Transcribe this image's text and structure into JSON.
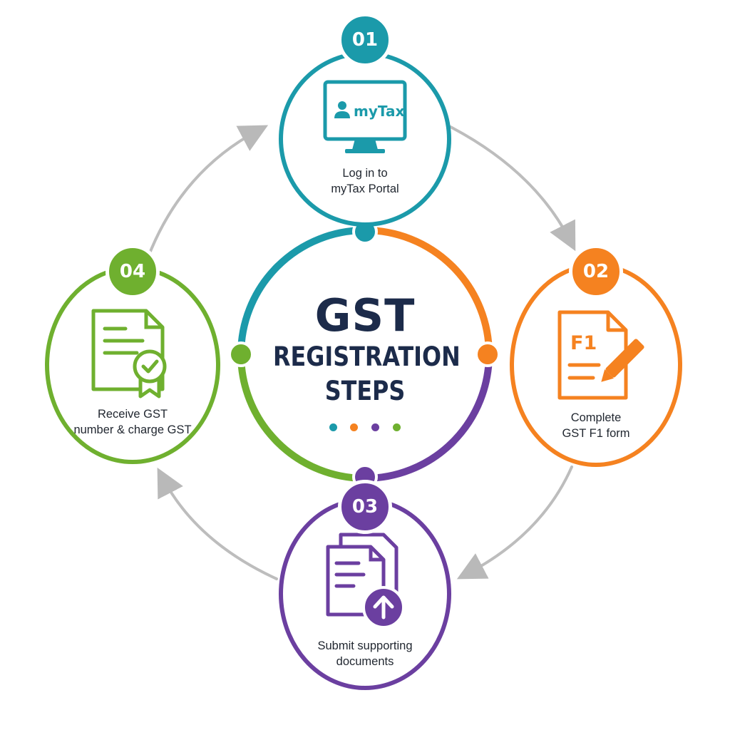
{
  "title": {
    "line1": "GST",
    "line2": "REGISTRATION",
    "line3": "STEPS"
  },
  "colors": {
    "teal": "#1b9aaa",
    "orange": "#f58220",
    "purple": "#6b3fa0",
    "green": "#6fb02f",
    "arrow_gray": "#b9b9b9",
    "title_navy": "#1c2b4a"
  },
  "steps": [
    {
      "number": "01",
      "icon": "monitor-icon",
      "icon_text": "myTax",
      "label_line1": "Log in to",
      "label_line2": "myTax Portal",
      "color": "#1b9aaa"
    },
    {
      "number": "02",
      "icon": "form-edit-icon",
      "icon_text": "F1",
      "label_line1": "Complete",
      "label_line2": "GST F1 form",
      "color": "#f58220"
    },
    {
      "number": "03",
      "icon": "documents-upload-icon",
      "label_line1": "Submit supporting",
      "label_line2": "documents",
      "color": "#6b3fa0"
    },
    {
      "number": "04",
      "icon": "certificate-check-icon",
      "label_line1": "Receive GST",
      "label_line2": "number & charge GST",
      "color": "#6fb02f"
    }
  ]
}
